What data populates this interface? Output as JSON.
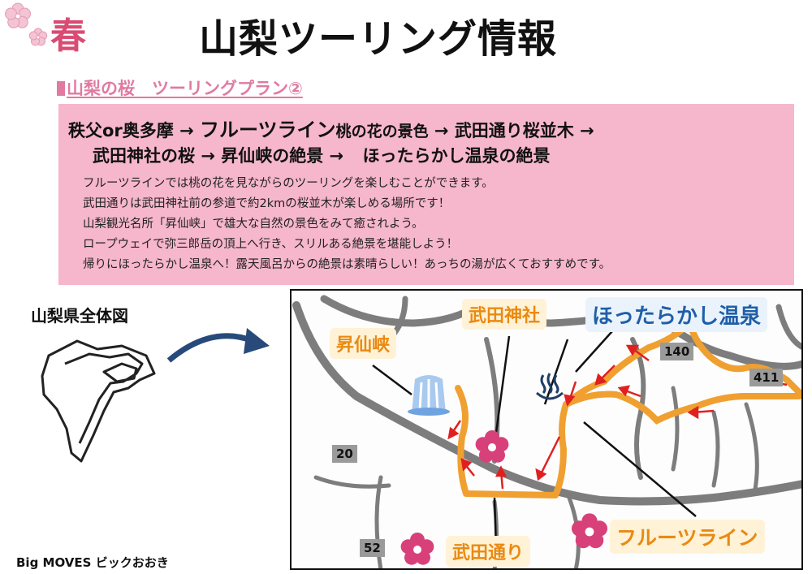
{
  "header": {
    "season": "春",
    "title": "山梨ツーリング情報"
  },
  "plan": {
    "subtitle": "山梨の桜　ツーリングプラン②",
    "route_line1": {
      "a": "秩父or奥多摩",
      "arrow1": "→",
      "b": "フルーツライン",
      "c": "桃の花の景色",
      "arrow2": "→",
      "d": "武田通り桜並木",
      "arrow3": "→"
    },
    "route_line2": {
      "a": "武田神社の桜",
      "arrow1": "→",
      "b": "昇仙峡の絶景",
      "arrow2": "→",
      "c": "ほったらかし温泉の絶景"
    },
    "descriptions": [
      "フルーツラインでは桃の花を見ながらのツーリングを楽しむことができます。",
      "武田通りは武田神社前の参道で約2kmの桜並木が楽しめる場所です！",
      "山梨観光名所「昇仙峡」で雄大な自然の景色をみて癒されよう。",
      "ロープウェイで弥三郎岳の頂上へ行き、スリルある絶景を堪能しよう！",
      "帰りにほったらかし温泉へ！露天風呂からの絶景は素晴らしい！あっちの湯が広くておすすめです。"
    ]
  },
  "map": {
    "overview_label": "山梨県全体図",
    "places": {
      "shosenkyo": "昇仙峡",
      "takeda_shrine": "武田神社",
      "hottarakashi": "ほったらかし温泉",
      "takeda_dori": "武田通り",
      "fruit_line": "フルーツライン"
    },
    "roads": {
      "r140": "140",
      "r411": "411",
      "r20": "20",
      "r52": "52"
    },
    "colors": {
      "route": "#f0a030",
      "arrow": "#e02020",
      "sakura": "#d8407a",
      "blue_label": "#1f5fa8"
    }
  },
  "footer": {
    "brand": "Big MOVES ビックおおき"
  }
}
